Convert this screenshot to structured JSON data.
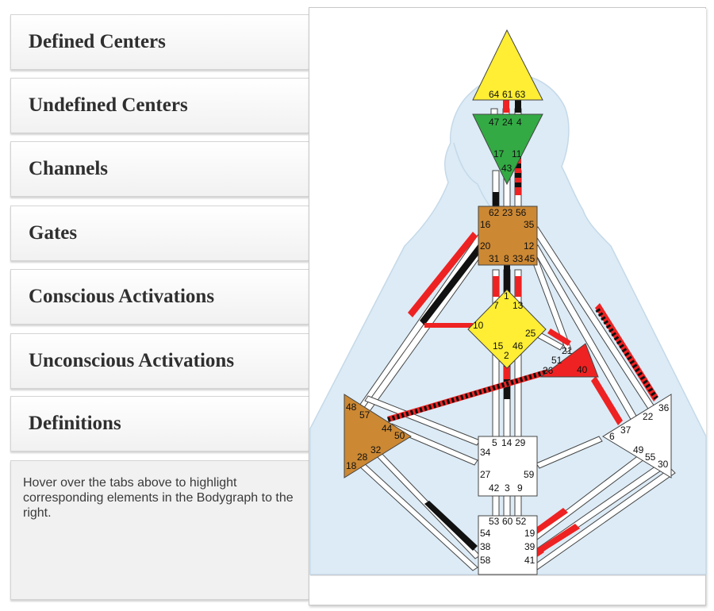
{
  "tabs": [
    {
      "label": "Defined Centers"
    },
    {
      "label": "Undefined Centers"
    },
    {
      "label": "Channels"
    },
    {
      "label": "Gates"
    },
    {
      "label": "Conscious Activations"
    },
    {
      "label": "Unconscious Activations"
    },
    {
      "label": "Definitions"
    }
  ],
  "info": {
    "text": "Hover over the tabs above to highlight corresponding elements in the Bodygraph to the right."
  },
  "bodygraph": {
    "colors": {
      "head": "#ffee33",
      "ajna": "#33aa44",
      "g_center": "#ffee33",
      "throat": "#cc8833",
      "spleen": "#cc8833",
      "ego": "#ee2222",
      "undefined_center": "#ffffff",
      "conscious_activation": "#ee2222",
      "unconscious_activation": "#111111",
      "silhouette": "#dcebf6"
    },
    "gates": {
      "head": [
        "64",
        "61",
        "63"
      ],
      "ajna": [
        "47",
        "24",
        "4",
        "17",
        "11",
        "43"
      ],
      "throat": [
        "62",
        "23",
        "56",
        "16",
        "35",
        "20",
        "12",
        "31",
        "8",
        "33",
        "45"
      ],
      "g_center": [
        "1",
        "7",
        "13",
        "10",
        "25",
        "15",
        "46",
        "2"
      ],
      "ego": [
        "21",
        "51",
        "26",
        "40"
      ],
      "spleen": [
        "48",
        "57",
        "44",
        "50",
        "32",
        "28",
        "18"
      ],
      "sacral": [
        "5",
        "14",
        "29",
        "34",
        "27",
        "59",
        "42",
        "3",
        "9"
      ],
      "solar_plexus": [
        "36",
        "22",
        "37",
        "6",
        "49",
        "55",
        "30"
      ],
      "root": [
        "53",
        "60",
        "52",
        "54",
        "19",
        "38",
        "39",
        "58",
        "41"
      ]
    }
  }
}
